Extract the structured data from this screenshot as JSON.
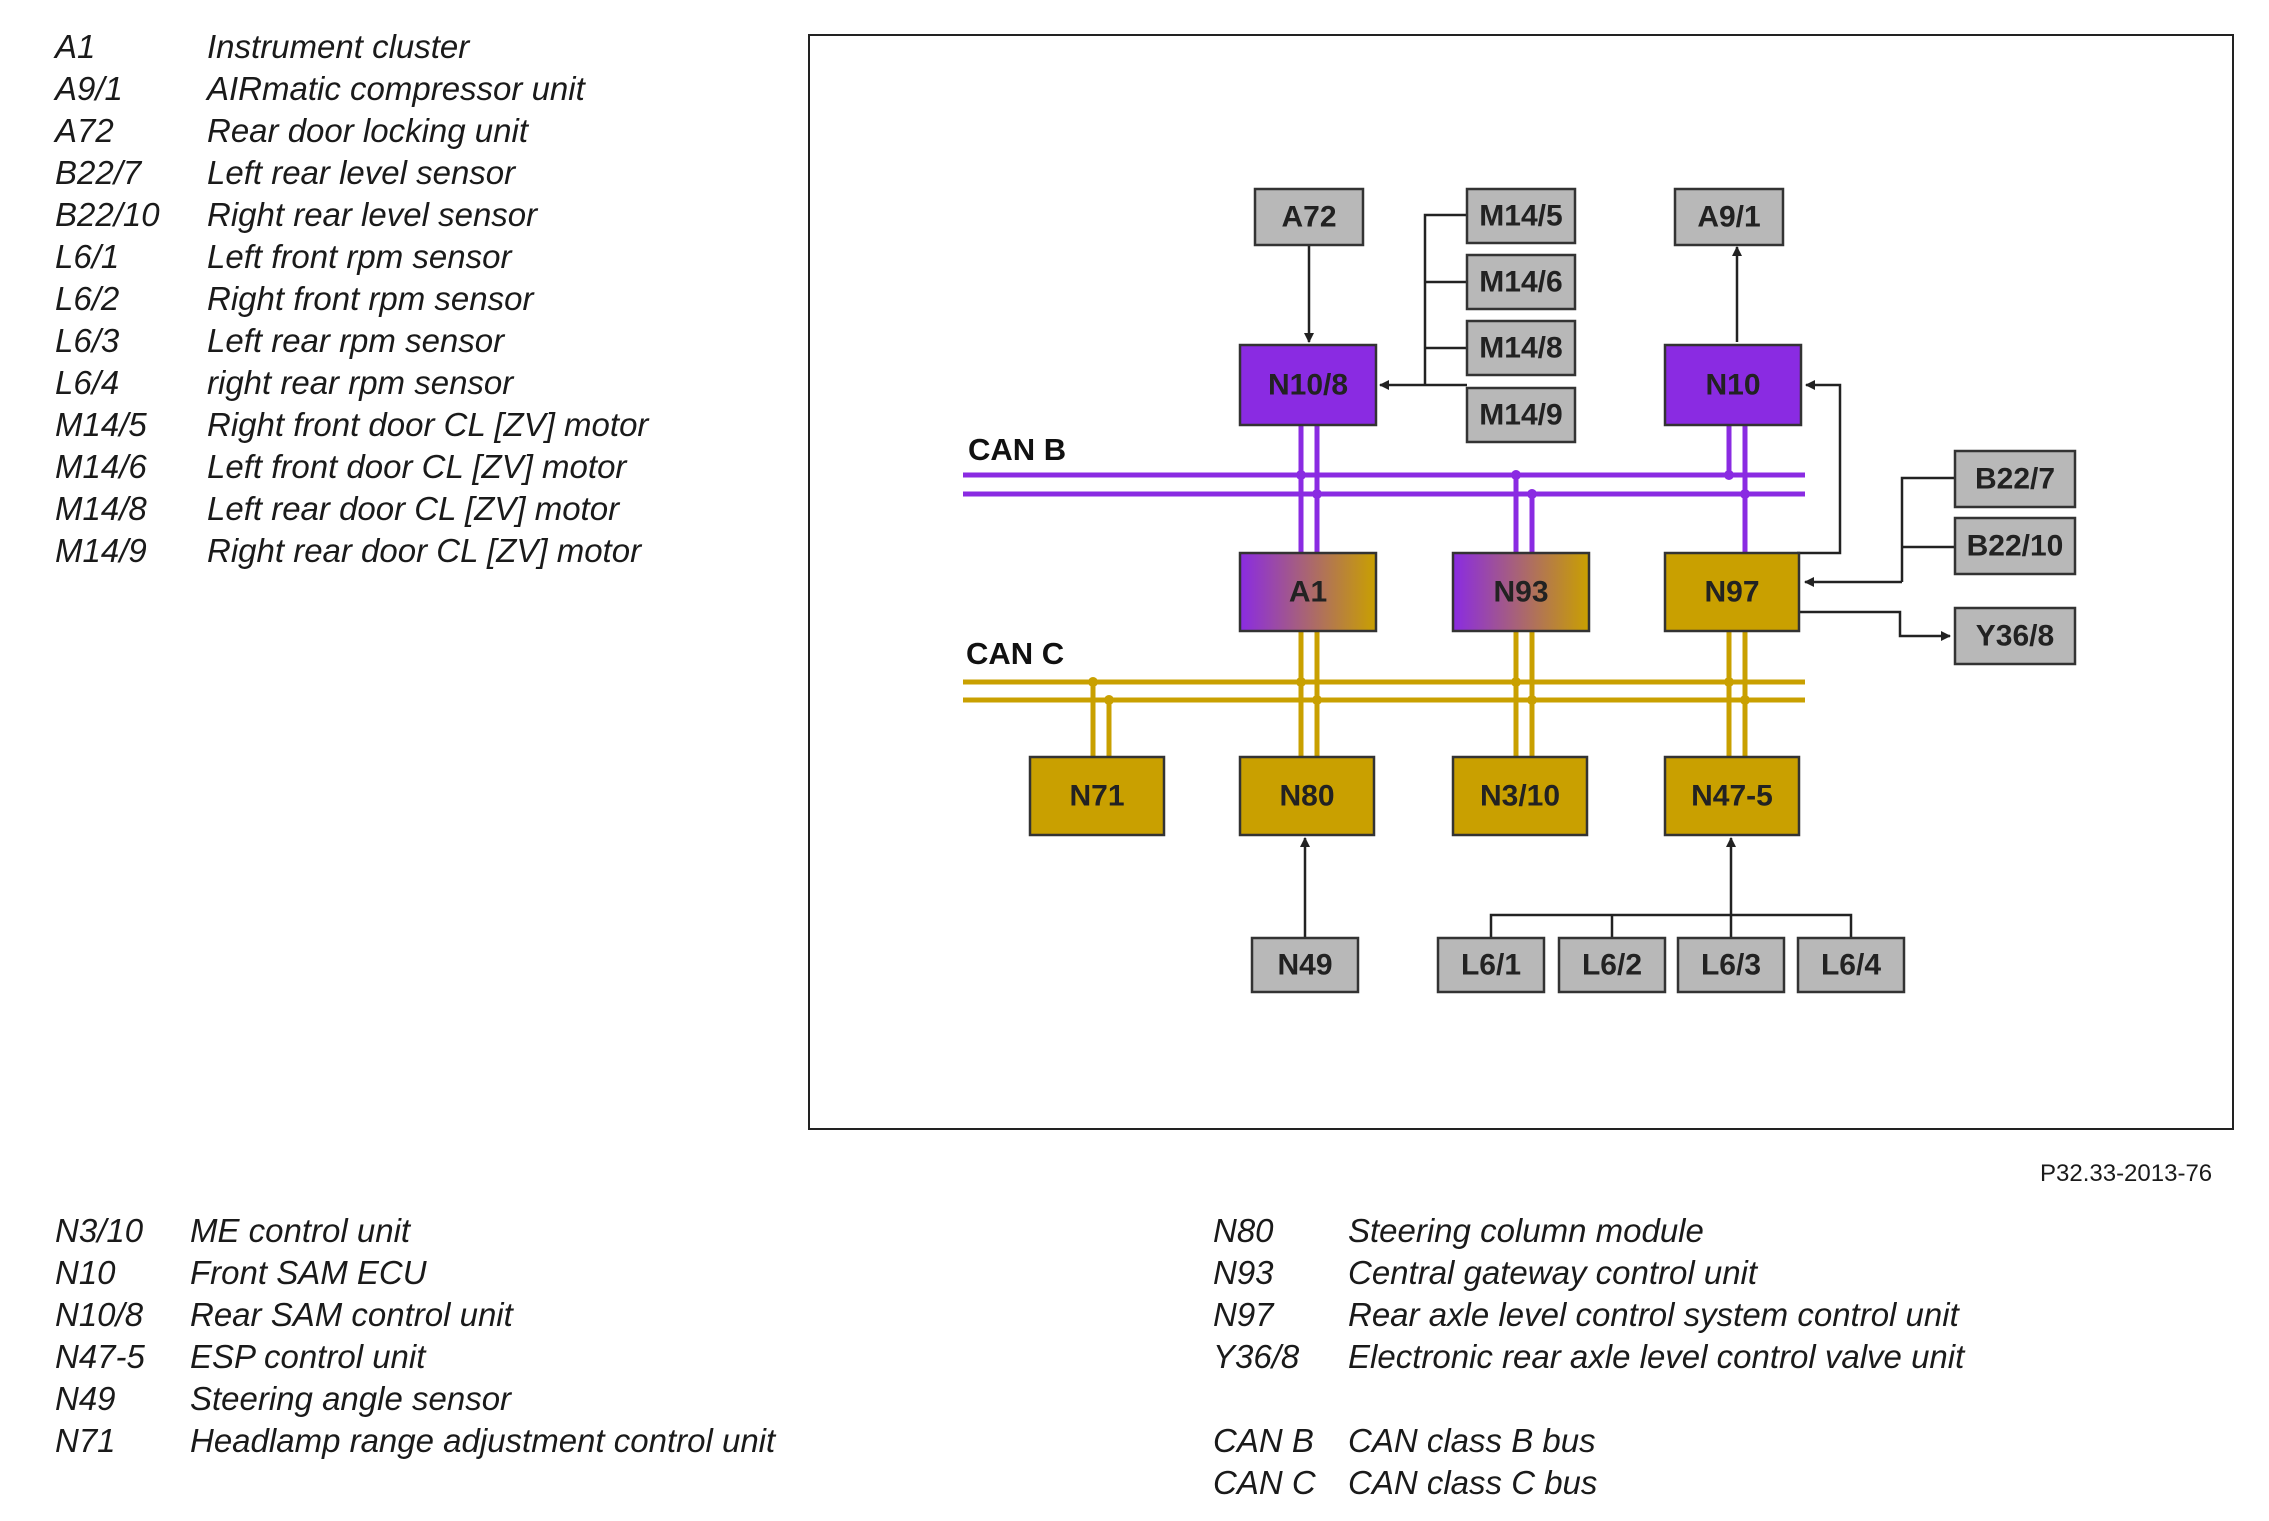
{
  "legend_top": [
    {
      "code": "A1",
      "desc": "Instrument cluster"
    },
    {
      "code": "A9/1",
      "desc": "AIRmatic compressor unit"
    },
    {
      "code": "A72",
      "desc": "Rear door locking unit"
    },
    {
      "code": "B22/7",
      "desc": "Left rear level sensor"
    },
    {
      "code": "B22/10",
      "desc": "Right rear level sensor"
    },
    {
      "code": "L6/1",
      "desc": "Left front rpm sensor"
    },
    {
      "code": "L6/2",
      "desc": "Right front rpm sensor"
    },
    {
      "code": "L6/3",
      "desc": "Left rear rpm sensor"
    },
    {
      "code": "L6/4",
      "desc": "right rear rpm sensor"
    },
    {
      "code": "M14/5",
      "desc": "Right front door CL [ZV] motor"
    },
    {
      "code": "M14/6",
      "desc": "Left front door CL [ZV] motor"
    },
    {
      "code": "M14/8",
      "desc": "Left rear door CL [ZV] motor"
    },
    {
      "code": "M14/9",
      "desc": "Right rear door CL [ZV] motor"
    }
  ],
  "legend_bottom_left": [
    {
      "code": "N3/10",
      "desc": "ME control unit"
    },
    {
      "code": "N10",
      "desc": "Front SAM ECU"
    },
    {
      "code": "N10/8",
      "desc": "Rear SAM control unit"
    },
    {
      "code": "N47-5",
      "desc": "ESP control unit"
    },
    {
      "code": "N49",
      "desc": "Steering angle sensor"
    },
    {
      "code": "N71",
      "desc": "Headlamp range adjustment control unit"
    }
  ],
  "legend_bottom_right": [
    {
      "code": "N80",
      "desc": "Steering column module"
    },
    {
      "code": "N93",
      "desc": "Central gateway control unit"
    },
    {
      "code": "N97",
      "desc": "Rear axle level control system control unit"
    },
    {
      "code": "Y36/8",
      "desc": "Electronic rear axle level control valve unit"
    }
  ],
  "legend_bus": [
    {
      "code": "CAN B",
      "desc": "CAN class B bus"
    },
    {
      "code": "CAN C",
      "desc": "CAN class C bus"
    }
  ],
  "figure_ref": "P32.33-2013-76",
  "bus_labels": {
    "can_b": "CAN B",
    "can_c": "CAN C"
  },
  "colors": {
    "can_b": "#8a2be2",
    "can_c": "#c9a000",
    "sensor": "#b8b8b8",
    "module_b": "#8a2be2",
    "module_c": "#c9a000"
  },
  "nodes": {
    "a72": "A72",
    "m14_5": "M14/5",
    "m14_6": "M14/6",
    "m14_8": "M14/8",
    "m14_9": "M14/9",
    "a9_1": "A9/1",
    "n10_8": "N10/8",
    "n10": "N10",
    "a1": "A1",
    "n93": "N93",
    "n97": "N97",
    "b22_7": "B22/7",
    "b22_10": "B22/10",
    "y36_8": "Y36/8",
    "n71": "N71",
    "n80": "N80",
    "n3_10": "N3/10",
    "n47_5": "N47-5",
    "n49": "N49",
    "l6_1": "L6/1",
    "l6_2": "L6/2",
    "l6_3": "L6/3",
    "l6_4": "L6/4"
  }
}
